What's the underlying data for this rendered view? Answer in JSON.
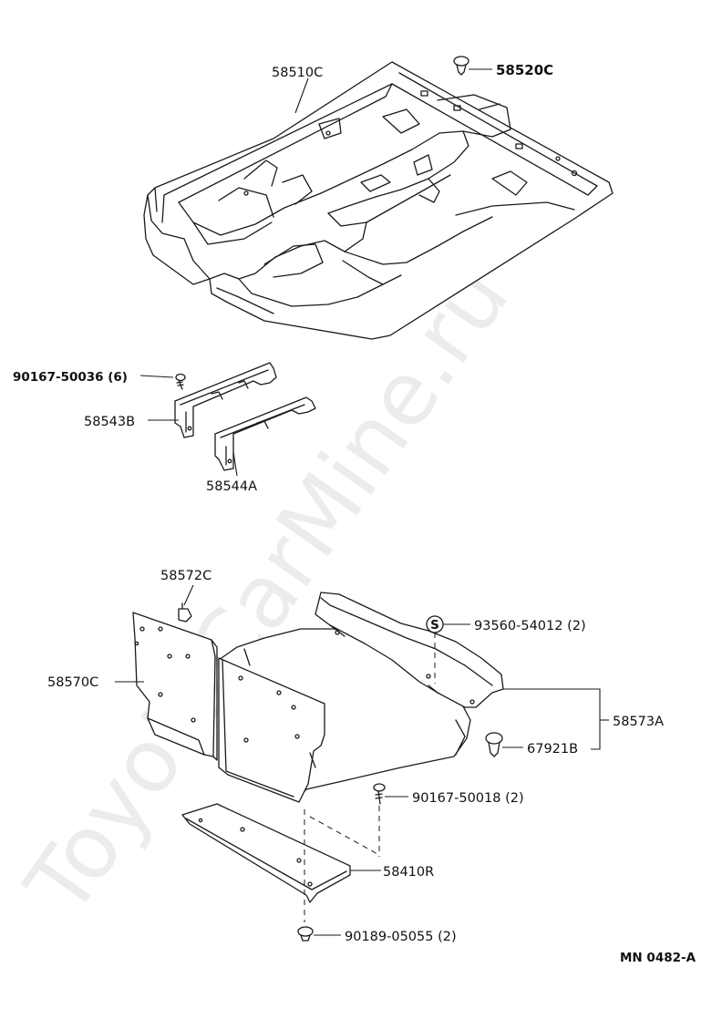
{
  "labels": {
    "floor_carpet": "58510C",
    "clip_top": "58520C",
    "screw": "90167-50036 (6)",
    "bracket_front": "58543B",
    "bracket_rear": "58544A",
    "clip_board": "58572C",
    "board": "58570C",
    "nut_s": "93560-54012 (2)",
    "deck_cover": "58573A",
    "fastener": "67921B",
    "screw_mid": "90167-50018 (2)",
    "plate": "58410R",
    "clip_bottom": "90189-05055 (2)",
    "diagram_code": "MN 0482-A"
  },
  "nut_symbol": "S",
  "watermark": "ToyotaCarMine.ru"
}
